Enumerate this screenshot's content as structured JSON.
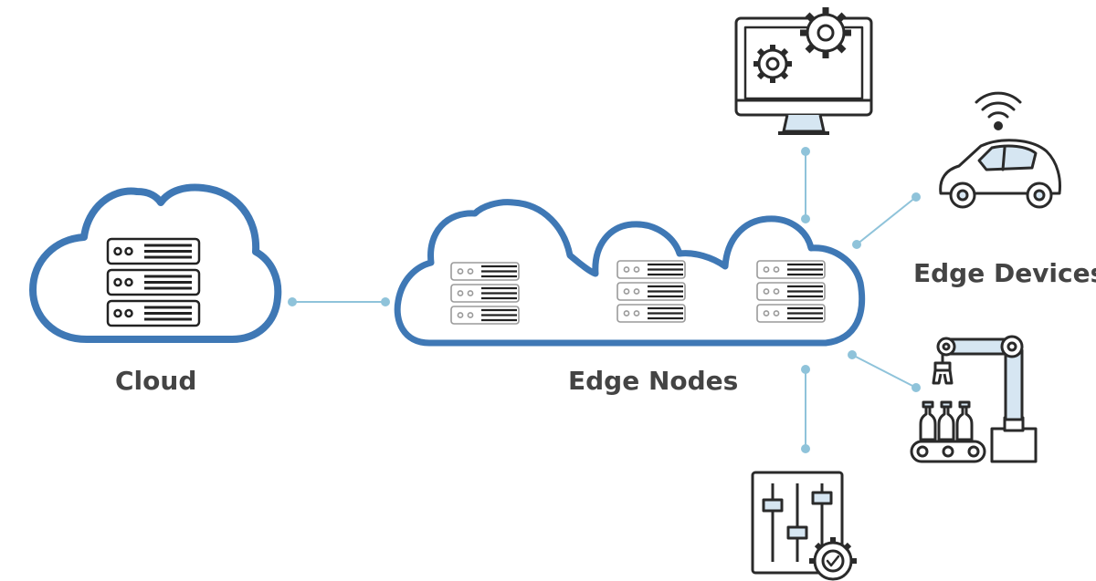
{
  "labels": {
    "cloud": "Cloud",
    "edge_nodes": "Edge Nodes",
    "edge_devices": "Edge Devices"
  },
  "colors": {
    "cloud_outline": "#3f78b5",
    "server_outline": "#222222",
    "node_server_outline": "#9a9a9a",
    "connector": "#8fc3da",
    "label_text": "#444444",
    "icon_outline": "#2a2a2a",
    "icon_fill": "#d6e6f2"
  },
  "icons": {
    "monitor": "computer-monitor-gears-icon",
    "car": "connected-car-icon",
    "robot": "robotic-arm-assembly-line-icon",
    "sliders": "control-panel-sliders-icon"
  }
}
